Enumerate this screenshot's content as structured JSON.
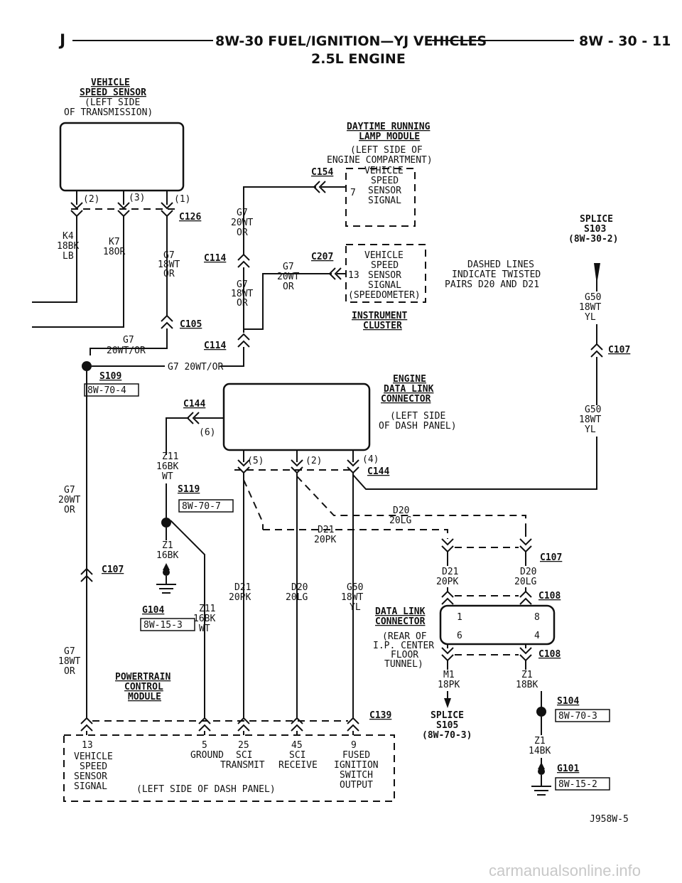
{
  "header": {
    "left": "J",
    "title": "8W-30 FUEL/IGNITION—YJ VEHICLES",
    "page": "8W - 30 - 11",
    "subtitle": "2.5L ENGINE"
  },
  "components": {
    "vss": {
      "name1": "VEHICLE",
      "name2": "SPEED SENSOR",
      "loc1": "(LEFT SIDE",
      "loc2": "OF TRANSMISSION)",
      "pins": [
        "(2)",
        "(3)",
        "(1)"
      ],
      "conn": "C126"
    },
    "drl": {
      "name1": "DAYTIME RUNNING",
      "name2": "LAMP MODULE",
      "loc1": "(LEFT SIDE OF",
      "loc2": "ENGINE COMPARTMENT)",
      "conn": "C154",
      "pin": "7",
      "func": [
        "VEHICLE",
        "SPEED",
        "SENSOR",
        "SIGNAL"
      ]
    },
    "cluster": {
      "name1": "INSTRUMENT",
      "name2": "CLUSTER",
      "conn": "C207",
      "pin": "13",
      "func": [
        "VEHICLE",
        "SPEED",
        "SENSOR",
        "SIGNAL",
        "(SPEEDOMETER)"
      ]
    },
    "dlc_eng": {
      "name1": "ENGINE",
      "name2": "DATA LINK",
      "name3": "CONNECTOR",
      "loc1": "(LEFT SIDE",
      "loc2": "OF DASH PANEL)",
      "pin6": "(6)",
      "pins": [
        "(5)",
        "(2)",
        "(4)"
      ],
      "conn_left": "C144",
      "conn_bottom": "C144"
    },
    "dlc_rear": {
      "name1": "DATA LINK",
      "name2": "CONNECTOR",
      "loc": [
        "(REAR OF",
        "I.P. CENTER",
        "FLOOR",
        "TUNNEL)"
      ],
      "pins": [
        "1",
        "8",
        "6",
        "4"
      ],
      "conn_top": "C108",
      "conn_bottom": "C108"
    },
    "pcm": {
      "name1": "POWERTRAIN",
      "name2": "CONTROL",
      "name3": "MODULE",
      "loc": "(LEFT SIDE OF DASH PANEL)",
      "conn": "C139",
      "pins": [
        {
          "num": "13",
          "f1": "VEHICLE",
          "f2": "SPEED",
          "f3": "SENSOR",
          "f4": "SIGNAL"
        },
        {
          "num": "5",
          "f1": "GROUND",
          "f2": "",
          "f3": "",
          "f4": ""
        },
        {
          "num": "25",
          "f1": "SCI",
          "f2": "TRANSMIT",
          "f3": "",
          "f4": ""
        },
        {
          "num": "45",
          "f1": "SCI",
          "f2": "RECEIVE",
          "f3": "",
          "f4": ""
        },
        {
          "num": "9",
          "f1": "FUSED",
          "f2": "IGNITION",
          "f3": "SWITCH",
          "f4": "OUTPUT"
        }
      ]
    }
  },
  "connectors": {
    "c114a": "C114",
    "c114b": "C114",
    "c105": "C105",
    "c107_left": "C107",
    "c107_right": "C107",
    "c107_mid": "C107"
  },
  "splices": {
    "s103": {
      "l1": "SPLICE",
      "l2": "S103",
      "l3": "(8W-30-2)"
    },
    "s105": {
      "l1": "SPLICE",
      "l2": "S105",
      "l3": "(8W-70-3)"
    },
    "s109": {
      "name": "S109",
      "ref": "8W-70-4"
    },
    "s119": {
      "name": "S119",
      "ref": "8W-70-7"
    },
    "s104": {
      "name": "S104",
      "ref": "8W-70-3"
    },
    "g104": {
      "name": "G104",
      "ref": "8W-15-3"
    },
    "g101": {
      "name": "G101",
      "ref": "8W-15-2"
    }
  },
  "wires": {
    "k4": [
      "K4",
      "18BK",
      "LB"
    ],
    "k7": [
      "K7",
      "18OR"
    ],
    "g7_18wt_or_a": [
      "G7",
      "18WT",
      "OR"
    ],
    "g7_20wt_or_top": [
      "G7",
      "20WT",
      "OR"
    ],
    "g7_20wt_or_c207": [
      "G7",
      "20WT",
      "OR"
    ],
    "g7_18wt_or_b": [
      "G7",
      "18WT",
      "OR"
    ],
    "g7_20wt_or_s": "20WT/OR",
    "g7_20wt_or_g": "G7",
    "g7_20wt_or_h": "G7 20WT/OR",
    "g7_left_a": [
      "G7",
      "20WT",
      "OR"
    ],
    "g7_left_b": [
      "G7",
      "18WT",
      "OR"
    ],
    "g50_a": [
      "G50",
      "18WT",
      "YL"
    ],
    "g50_b": [
      "G50",
      "18WT",
      "YL"
    ],
    "g50_c": [
      "G50",
      "18WT",
      "YL"
    ],
    "z11_a": [
      "Z11",
      "16BK",
      "WT"
    ],
    "z11_b": [
      "Z11",
      "16BK",
      "WT"
    ],
    "z1_a": [
      "Z1",
      "16BK"
    ],
    "d21_a": [
      "D21",
      "20PK"
    ],
    "d20_a": [
      "D20",
      "20LG"
    ],
    "d20_h": [
      "D20",
      "20LG"
    ],
    "d21_h": [
      "D21",
      "20PK"
    ],
    "d21_r": [
      "D21",
      "20PK"
    ],
    "d20_r": [
      "D20",
      "20LG"
    ],
    "m1": [
      "M1",
      "18PK"
    ],
    "z1_b": [
      "Z1",
      "18BK"
    ],
    "z1_c": [
      "Z1",
      "14BK"
    ]
  },
  "notes": {
    "twisted": [
      "DASHED LINES",
      "INDICATE TWISTED",
      "PAIRS D20 AND D21"
    ],
    "figure": "J958W-5"
  },
  "watermark": "carmanualsonline.info"
}
